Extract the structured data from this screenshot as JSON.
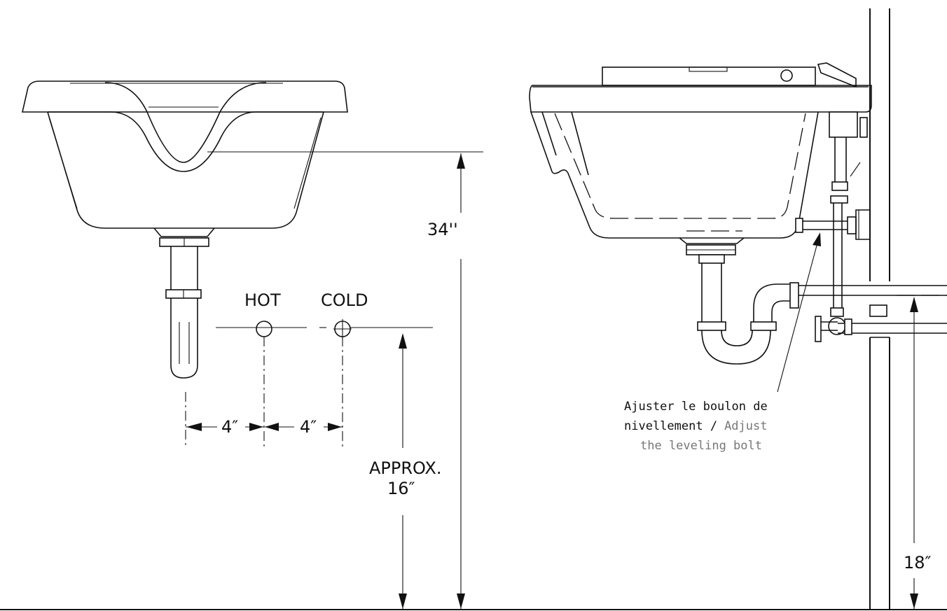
{
  "labels": {
    "hot": "HOT",
    "cold": "COLD",
    "spacing_left": "4″",
    "spacing_right": "4″",
    "height_34": "34''",
    "approx": "APPROX.",
    "approx_16": "16″",
    "height_18": "18″",
    "note_fr_line1": "Ajuster le boulon de",
    "note_fr_line2": "nivellement /",
    "note_en_line2": "Adjust",
    "note_en_line3": "the leveling bolt"
  }
}
